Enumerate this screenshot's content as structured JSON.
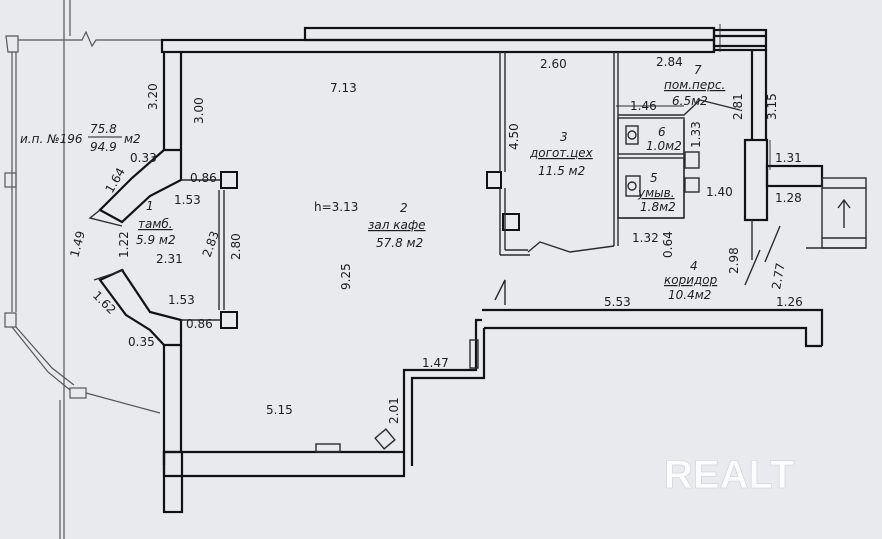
{
  "plan": {
    "unit_info": {
      "prefix": "и.п. №196",
      "area_top": "75.8",
      "area_bottom": "94.9",
      "unit": "м2"
    },
    "rooms": [
      {
        "num": "1",
        "name": "тамб.",
        "area": "5.9 м2"
      },
      {
        "num": "2",
        "name": "зал кафе",
        "area": "57.8 м2"
      },
      {
        "num": "3",
        "name": "догот.цех",
        "area": "11.5 м2"
      },
      {
        "num": "6",
        "name": "",
        "area": "1.0м2"
      },
      {
        "num": "5",
        "name": "умыв.",
        "area": "1.8м2"
      },
      {
        "num": "7",
        "name": "пом.перс.",
        "area": "6.5м2"
      },
      {
        "num": "4",
        "name": "коридор",
        "area": "10.4м2"
      }
    ],
    "ceiling_height": "h=3.13",
    "dimensions": [
      "7.13",
      "2.60",
      "2.84",
      "3.20",
      "3.00",
      "0.33",
      "1.64",
      "0.86",
      "1.53",
      "1.49",
      "1.22",
      "2.31",
      "2.83",
      "2.80",
      "1.53",
      "0.86",
      "1.62",
      "0.35",
      "4.50",
      "1.46",
      "1.33",
      "2.81",
      "3.15",
      "1.31",
      "1.28",
      "1.40",
      "1.32",
      "0.64",
      "2.98",
      "2.77",
      "9.25",
      "5.53",
      "1.26",
      "1.47",
      "2.01",
      "5.15"
    ]
  },
  "watermark": "REALT"
}
